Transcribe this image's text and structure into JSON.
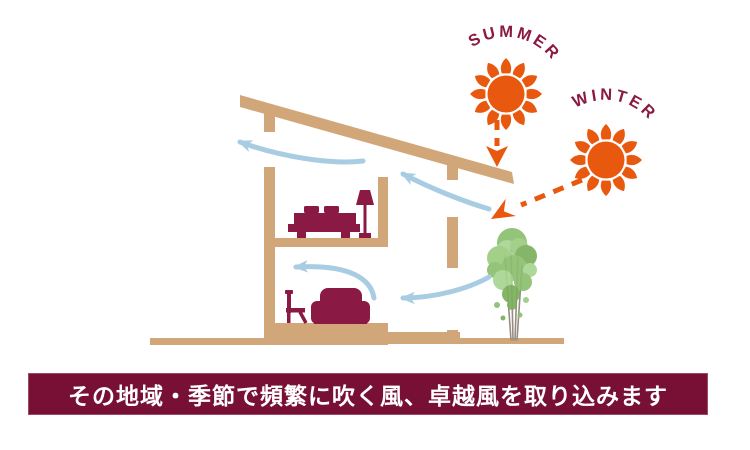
{
  "banner": {
    "text": "その地域・季節で頻繁に吹く風、卓越風を取り込みます"
  },
  "labels": {
    "summer": "SUMMER",
    "winter": "WINTER"
  },
  "icons": {
    "summer_sun": "sun-icon",
    "winter_sun": "sun-icon",
    "summer_sun_arrow": "dashed-arrow-down-icon",
    "winter_sun_arrow": "dashed-arrow-diagonal-icon",
    "wind_arrows": "curved-wind-arrow-icon",
    "house": "house-cross-section-illustration",
    "tree": "deciduous-tree-icon",
    "furniture": [
      "bed-icon",
      "floor-lamp-icon",
      "sofa-icon",
      "chair-icon"
    ]
  },
  "colors": {
    "background": "#FFFFFF",
    "wood_tan": "#D1A77A",
    "maroon": "#8A1943",
    "banner_bg": "#780F35",
    "banner_text": "#FFFFFF",
    "sun_orange": "#E8590F",
    "wind_blue": "#A8CDE2",
    "tree_green": "#8CBE6F",
    "tree_green_light": "#A8D492",
    "tree_green_mid": "#9CCB80",
    "tree_green_dark": "#7BAF5C",
    "tree_trunk": "#968D82",
    "window_white": "#FFFFFF"
  }
}
